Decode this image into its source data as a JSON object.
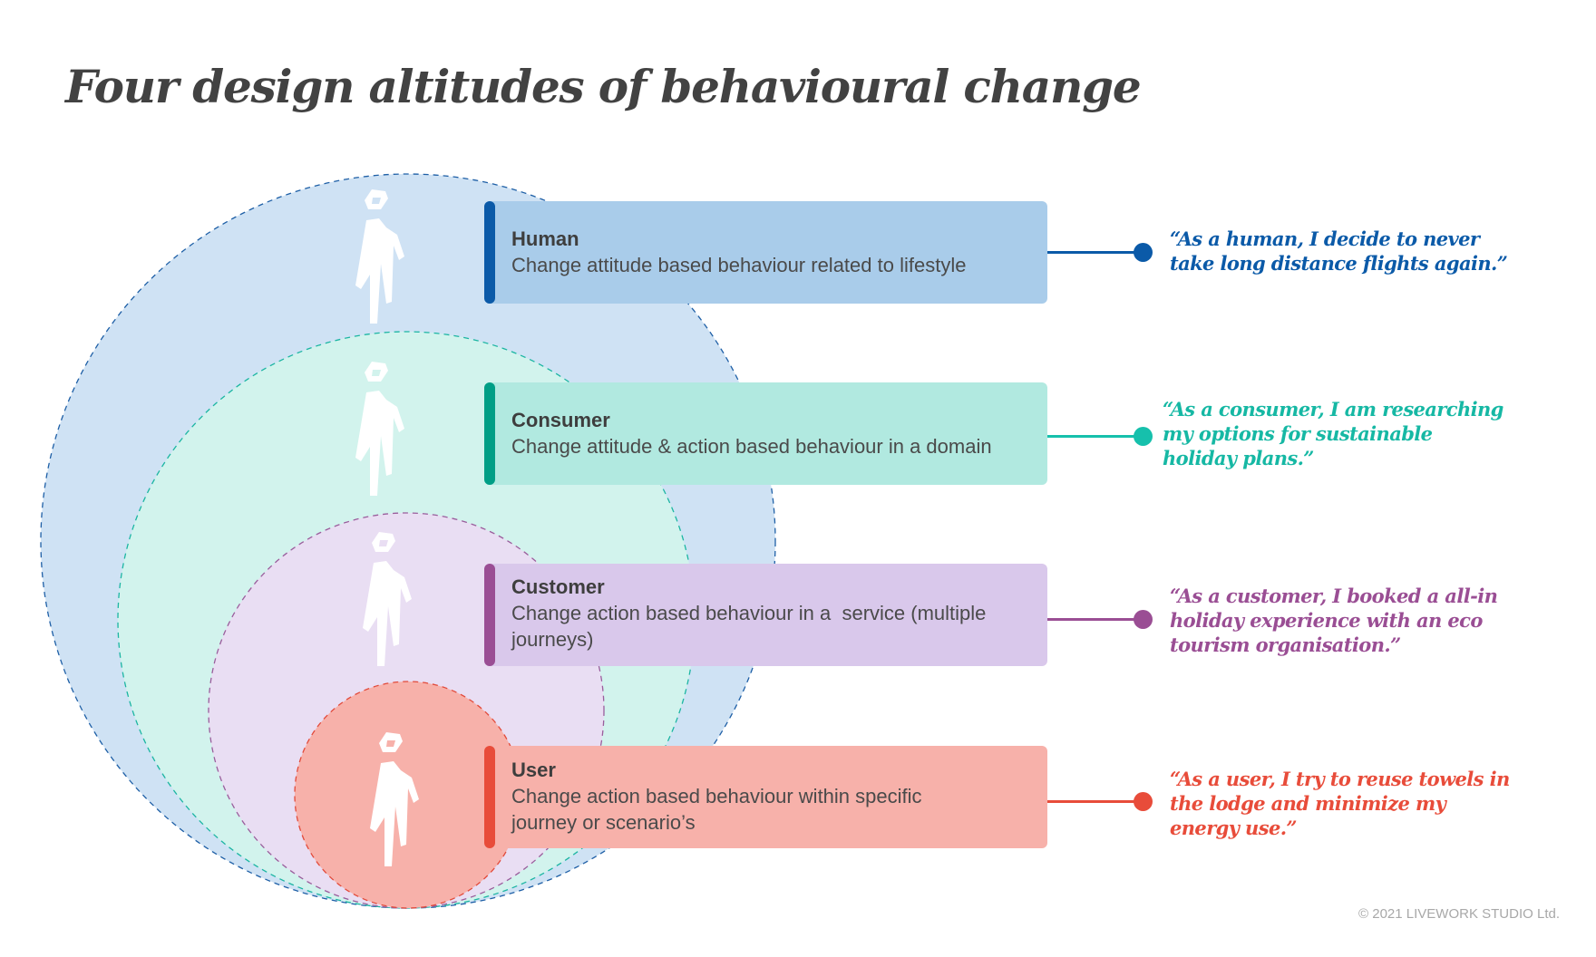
{
  "title": "Four design altitudes of behavioural change",
  "altitudes": [
    {
      "name": "Human",
      "description": "Change attitude based behaviour related to lifestyle",
      "quote": "“As a human, I decide to never take long distance flights again.”",
      "quote_lines": [
        "“As a human, I decide to never",
        "take long distance flights again.”"
      ],
      "accent_color": "#0b5aa8",
      "box_color": "#a9ccea",
      "circle_color": "#cfe2f4",
      "icon": "person-figure-icon"
    },
    {
      "name": "Consumer",
      "description": "Change attitude & action based behaviour in a domain",
      "quote": "“As a consumer, I am researching my options for sustainable holiday plans.”",
      "quote_lines": [
        "“As a consumer, I am researching",
        "my options for sustainable",
        "holiday plans.”"
      ],
      "accent_color": "#009e86",
      "box_color": "#b1e9e0",
      "circle_color": "#d2f3ed",
      "line_color": "#16c0ac",
      "icon": "person-figure-icon"
    },
    {
      "name": "Customer",
      "description": "Change action based behaviour in a  service (multiple journeys)",
      "desc_lines": [
        "Change action based behaviour in a  service (multiple",
        "journeys)"
      ],
      "quote": "“As a customer, I booked a all-in holiday experience with an eco tourism organisation.”",
      "quote_lines": [
        "“As a customer, I booked a all-in",
        "holiday experience with an eco",
        "tourism organisation.”"
      ],
      "accent_color": "#9a4e94",
      "box_color": "#d9c8eb",
      "circle_color": "#e9def3",
      "icon": "person-figure-icon"
    },
    {
      "name": "User",
      "description": "Change action based behaviour within specific journey or scenario’s",
      "desc_lines": [
        "Change action based behaviour within specific",
        "journey or scenario’s"
      ],
      "quote": "“As a user, I try to reuse towels in the lodge and minimize my energy use.”",
      "quote_lines": [
        "“As a user, I try to reuse towels in",
        "the lodge and minimize my",
        "energy use.”"
      ],
      "accent_color": "#e84c3a",
      "box_color": "#f7b1aa",
      "circle_color": "#f7b1aa",
      "icon": "person-figure-icon"
    }
  ],
  "copyright": "© 2021 LIVEWORK STUDIO Ltd."
}
